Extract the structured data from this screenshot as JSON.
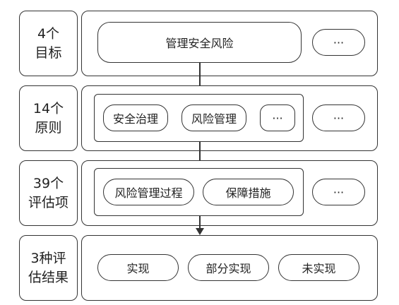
{
  "rows": [
    {
      "label_line1": "4个",
      "label_line2": "目标",
      "items": [
        "管理安全风险"
      ],
      "more": "···"
    },
    {
      "label_line1": "14个",
      "label_line2": "原则",
      "items": [
        "安全治理",
        "风险管理"
      ],
      "inner_more": "···",
      "more": "···"
    },
    {
      "label_line1": "39个",
      "label_line2": "评估项",
      "items": [
        "风险管理过程",
        "保障措施"
      ],
      "more": "···"
    },
    {
      "label_line1": "3种评",
      "label_line2": "估结果",
      "items": [
        "实现",
        "部分实现",
        "未实现"
      ]
    }
  ]
}
